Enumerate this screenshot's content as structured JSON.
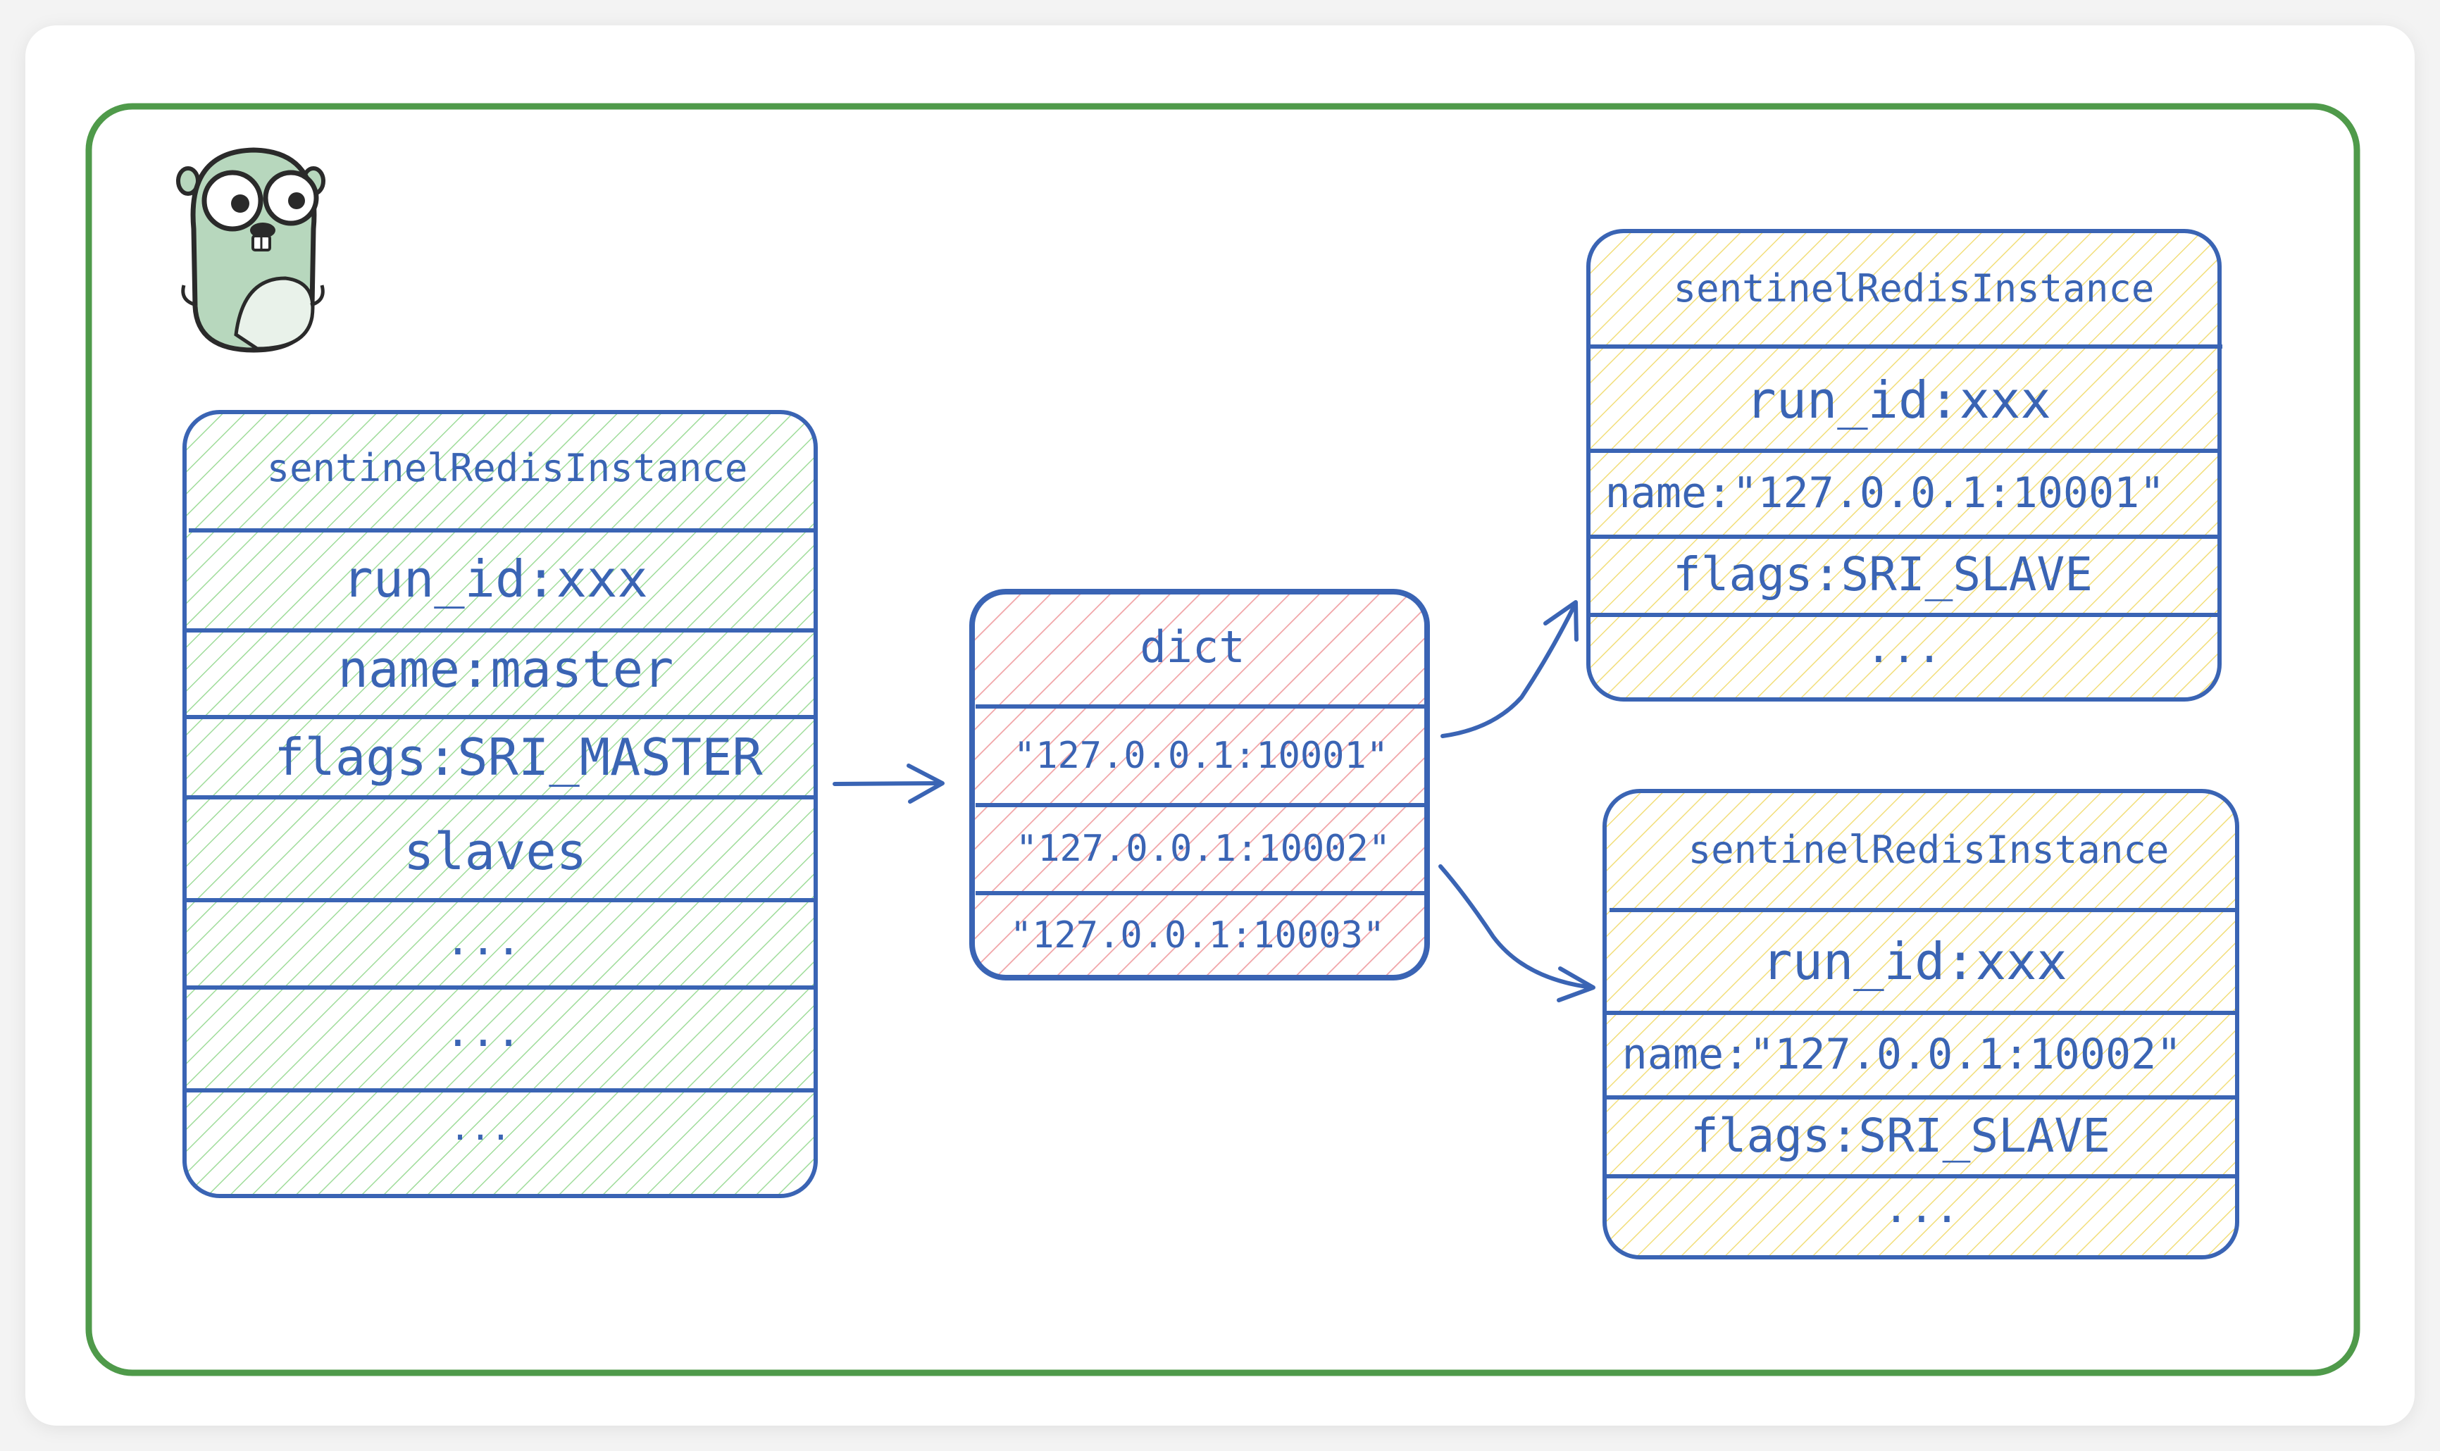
{
  "master": {
    "header": "sentinelRedisInstance",
    "rows": [
      "run_id:xxx",
      "name:master",
      "flags:SRI_MASTER",
      "slaves",
      "...",
      "...",
      "..."
    ]
  },
  "dict": {
    "header": "dict",
    "rows": [
      "\"127.0.0.1:10001\"",
      "\"127.0.0.1:10002\"",
      "\"127.0.0.1:10003\""
    ]
  },
  "slave1": {
    "header": "sentinelRedisInstance",
    "rows": [
      "run_id:xxx",
      "name:\"127.0.0.1:10001\"",
      "flags:SRI_SLAVE",
      "..."
    ]
  },
  "slave2": {
    "header": "sentinelRedisInstance",
    "rows": [
      "run_id:xxx",
      "name:\"127.0.0.1:10002\"",
      "flags:SRI_SLAVE",
      "..."
    ]
  },
  "colors": {
    "outline": "#3a64b4",
    "frame": "#4f9a4a",
    "master_hatch": "#9fdc9a",
    "dict_hatch": "#f0a3a6",
    "slave_hatch": "#f2de7a"
  },
  "mascot": {
    "icon": "gopher-icon"
  }
}
